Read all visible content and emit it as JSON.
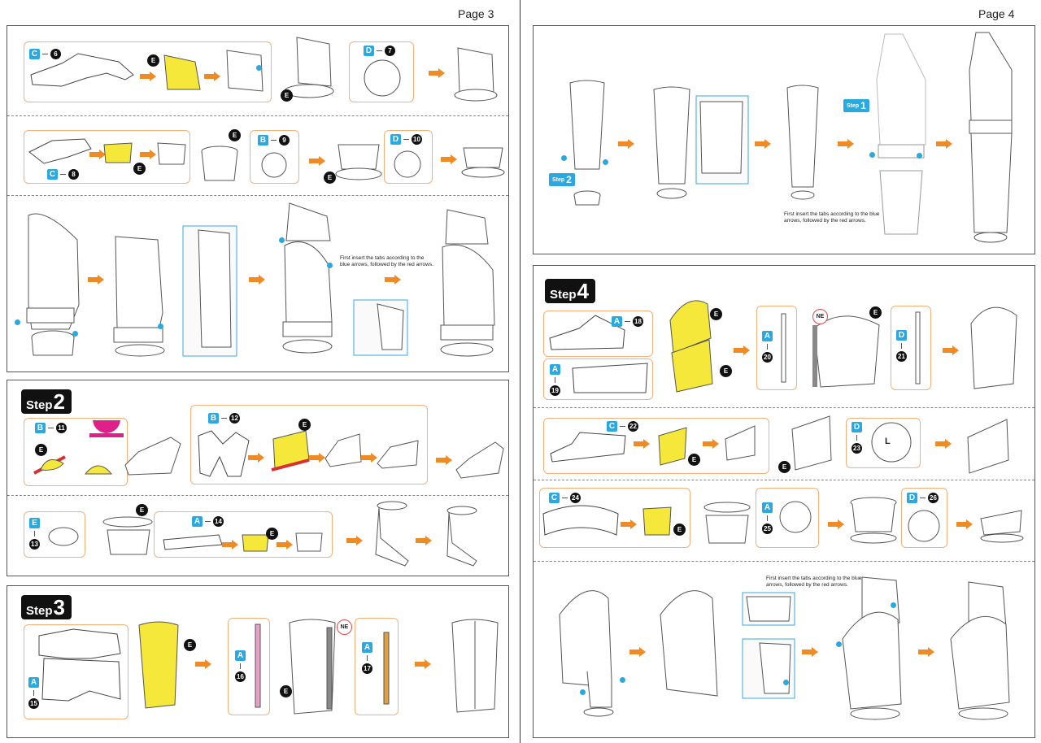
{
  "pages": {
    "left": "Page 3",
    "right": "Page 4"
  },
  "steps": {
    "s2": {
      "word": "Step",
      "num": "2"
    },
    "s3": {
      "word": "Step",
      "num": "3"
    },
    "s4": {
      "word": "Step",
      "num": "4"
    }
  },
  "parts": {
    "c6": {
      "letter": "C",
      "num": "6"
    },
    "d7": {
      "letter": "D",
      "num": "7"
    },
    "c8": {
      "letter": "C",
      "num": "8"
    },
    "b9": {
      "letter": "B",
      "num": "9"
    },
    "d10": {
      "letter": "D",
      "num": "10"
    },
    "b11": {
      "letter": "B",
      "num": "11"
    },
    "b12": {
      "letter": "B",
      "num": "12"
    },
    "e13": {
      "letter": "E",
      "num": "13"
    },
    "a14": {
      "letter": "A",
      "num": "14"
    },
    "a15": {
      "letter": "A",
      "num": "15"
    },
    "a16": {
      "letter": "A",
      "num": "16"
    },
    "a17": {
      "letter": "A",
      "num": "17"
    },
    "a18": {
      "letter": "A",
      "num": "18"
    },
    "a19": {
      "letter": "A",
      "num": "19"
    },
    "a20": {
      "letter": "A",
      "num": "20"
    },
    "d21": {
      "letter": "D",
      "num": "21"
    },
    "c22": {
      "letter": "C",
      "num": "22"
    },
    "d23": {
      "letter": "D",
      "num": "23"
    },
    "c24": {
      "letter": "C",
      "num": "24"
    },
    "a25": {
      "letter": "A",
      "num": "25"
    },
    "d26": {
      "letter": "D",
      "num": "26"
    }
  },
  "sublabels": {
    "step1": {
      "word": "Step",
      "num": "1"
    },
    "step2": {
      "word": "Step",
      "num": "2"
    }
  },
  "labels": {
    "e": "E",
    "ne": "NE",
    "l": "L"
  },
  "notes": {
    "tabs": "First insert the tabs according to the blue arrows, followed by the red arrows."
  },
  "colors": {
    "accent_orange": "#f08a24",
    "part_blue": "#2aa8e0",
    "highlight_yellow": "#f5e83a",
    "pink": "#e8a0c8",
    "magenta": "#e0208a",
    "red": "#d83030"
  }
}
